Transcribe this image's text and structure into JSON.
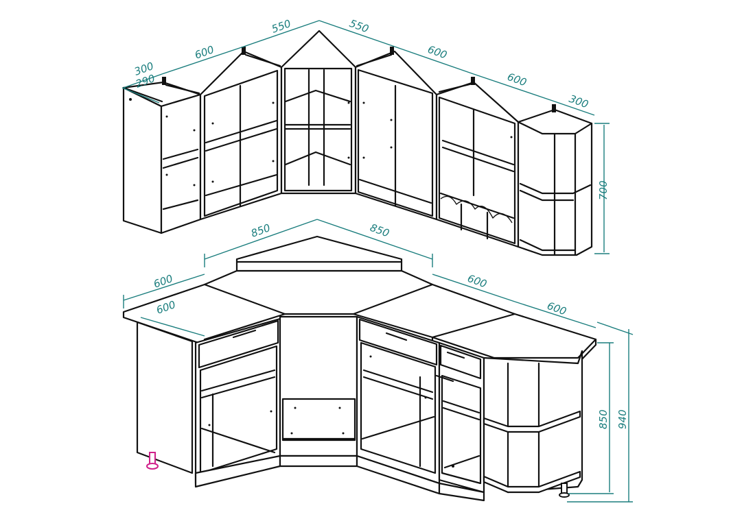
{
  "diagram": {
    "subject": "corner kitchen set, wall cabinets and base cabinets",
    "colors": {
      "line": "#111111",
      "dimension": "#1a7d7d",
      "foot_accent": "#d0208a",
      "background": "#ffffff"
    },
    "upper_dimensions": {
      "left_end_depth": "300",
      "left_end_inner": "290",
      "left_cabinet_width": "600",
      "corner_left": "550",
      "corner_right": "550",
      "right_cabinet_1": "600",
      "right_cabinet_2": "600",
      "right_end_depth": "300",
      "height": "700"
    },
    "lower_dimensions": {
      "corner_left": "850",
      "corner_right": "850",
      "left_depth": "600",
      "left_width": "600",
      "right_cabinet_1": "600",
      "right_cabinet_2": "600",
      "body_height": "850",
      "total_height": "940"
    }
  }
}
